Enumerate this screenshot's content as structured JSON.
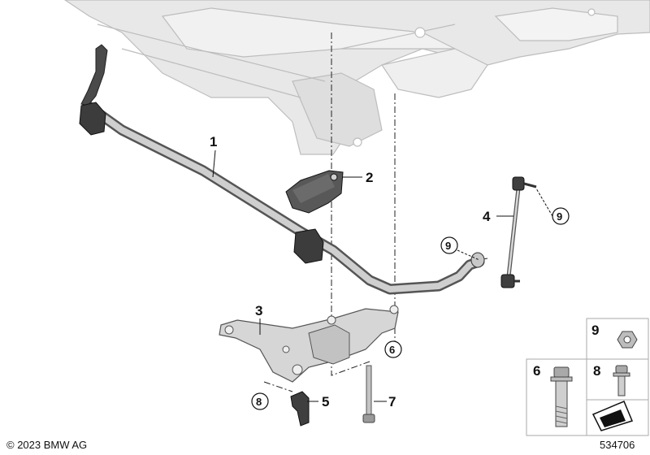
{
  "diagram": {
    "callouts": {
      "p1": "1",
      "p2": "2",
      "p3": "3",
      "p4": "4",
      "p5": "5",
      "p6": "6",
      "p7": "7",
      "p8": "8",
      "p9": "9"
    },
    "legend": {
      "item9": "9",
      "item6": "6",
      "item8": "8"
    }
  },
  "footer": {
    "copyright": "© 2023 BMW AG",
    "image_number": "534706"
  },
  "colors": {
    "frame": "#e6e6e6",
    "frame_line": "#bdbdbd",
    "part_light": "#d2d2d2",
    "part_dark": "#4b4b4b",
    "text": "#111111"
  }
}
